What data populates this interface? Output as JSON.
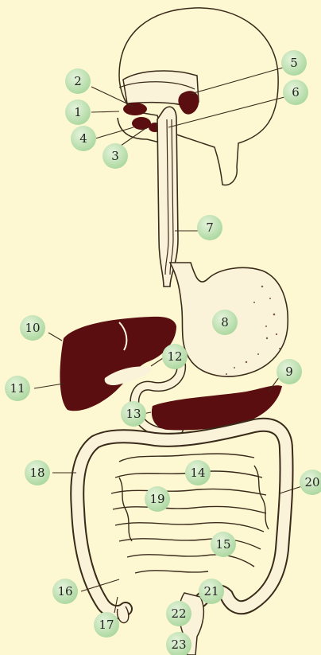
{
  "colors": {
    "background": "#fdf8d2",
    "organ_fill": "#fbf3d9",
    "organ_stroke": "#3a2a1a",
    "dark_organ": "#5a0e10",
    "label_bubble": "#b9dfae",
    "label_bubble_edge": "#e6f4dc"
  },
  "labels": [
    {
      "id": "1",
      "text": "1"
    },
    {
      "id": "2",
      "text": "2"
    },
    {
      "id": "3",
      "text": "3"
    },
    {
      "id": "4",
      "text": "4"
    },
    {
      "id": "5",
      "text": "5"
    },
    {
      "id": "6",
      "text": "6"
    },
    {
      "id": "7",
      "text": "7"
    },
    {
      "id": "8",
      "text": "8"
    },
    {
      "id": "9",
      "text": "9"
    },
    {
      "id": "10",
      "text": "10"
    },
    {
      "id": "11",
      "text": "11"
    },
    {
      "id": "12",
      "text": "12"
    },
    {
      "id": "13",
      "text": "13"
    },
    {
      "id": "14",
      "text": "14"
    },
    {
      "id": "15",
      "text": "15"
    },
    {
      "id": "16",
      "text": "16"
    },
    {
      "id": "17",
      "text": "17"
    },
    {
      "id": "18",
      "text": "18"
    },
    {
      "id": "19",
      "text": "19"
    },
    {
      "id": "20",
      "text": "20"
    },
    {
      "id": "21",
      "text": "21"
    },
    {
      "id": "22",
      "text": "22"
    },
    {
      "id": "23",
      "text": "23"
    }
  ]
}
